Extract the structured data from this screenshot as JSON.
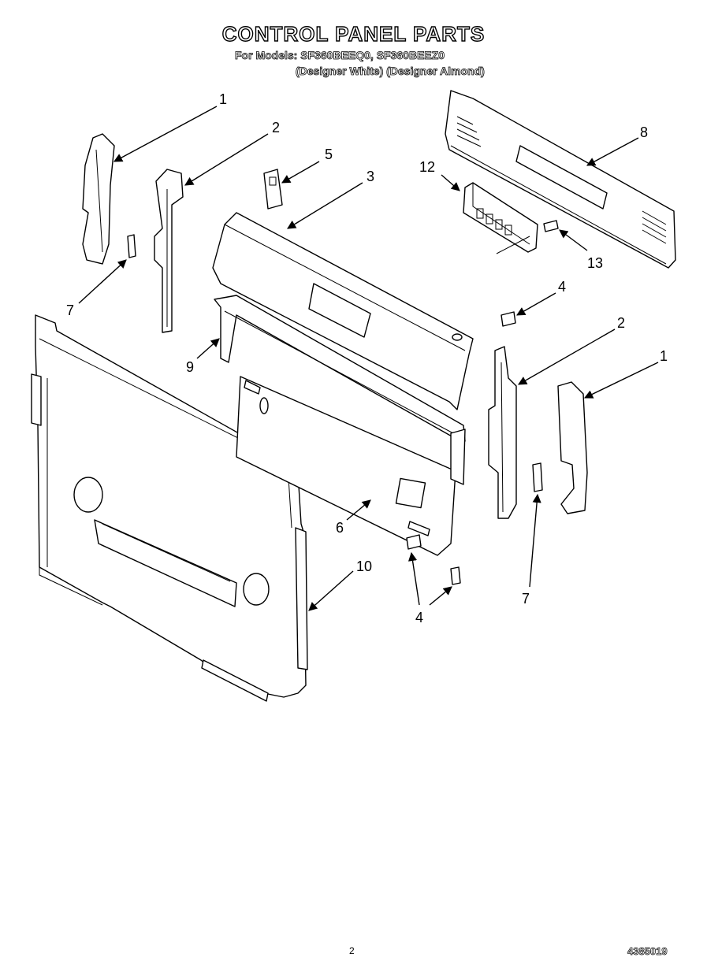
{
  "header": {
    "title": "CONTROL PANEL PARTS",
    "models_line": "For Models: SF360BEEQ0, SF360BEEZ0",
    "variants_line": "(Designer White) (Designer Almond)"
  },
  "callouts": [
    {
      "id": "c1a",
      "label": "1"
    },
    {
      "id": "c2a",
      "label": "2"
    },
    {
      "id": "c5",
      "label": "5"
    },
    {
      "id": "c3",
      "label": "3"
    },
    {
      "id": "c12",
      "label": "12"
    },
    {
      "id": "c8",
      "label": "8"
    },
    {
      "id": "c13",
      "label": "13"
    },
    {
      "id": "c7a",
      "label": "7"
    },
    {
      "id": "c4a",
      "label": "4"
    },
    {
      "id": "c2b",
      "label": "2"
    },
    {
      "id": "c9",
      "label": "9"
    },
    {
      "id": "c1b",
      "label": "1"
    },
    {
      "id": "c6",
      "label": "6"
    },
    {
      "id": "c10",
      "label": "10"
    },
    {
      "id": "c7b",
      "label": "7"
    },
    {
      "id": "c4b",
      "label": "4"
    }
  ],
  "footer": {
    "page_number": "2",
    "doc_number": "4385019"
  }
}
